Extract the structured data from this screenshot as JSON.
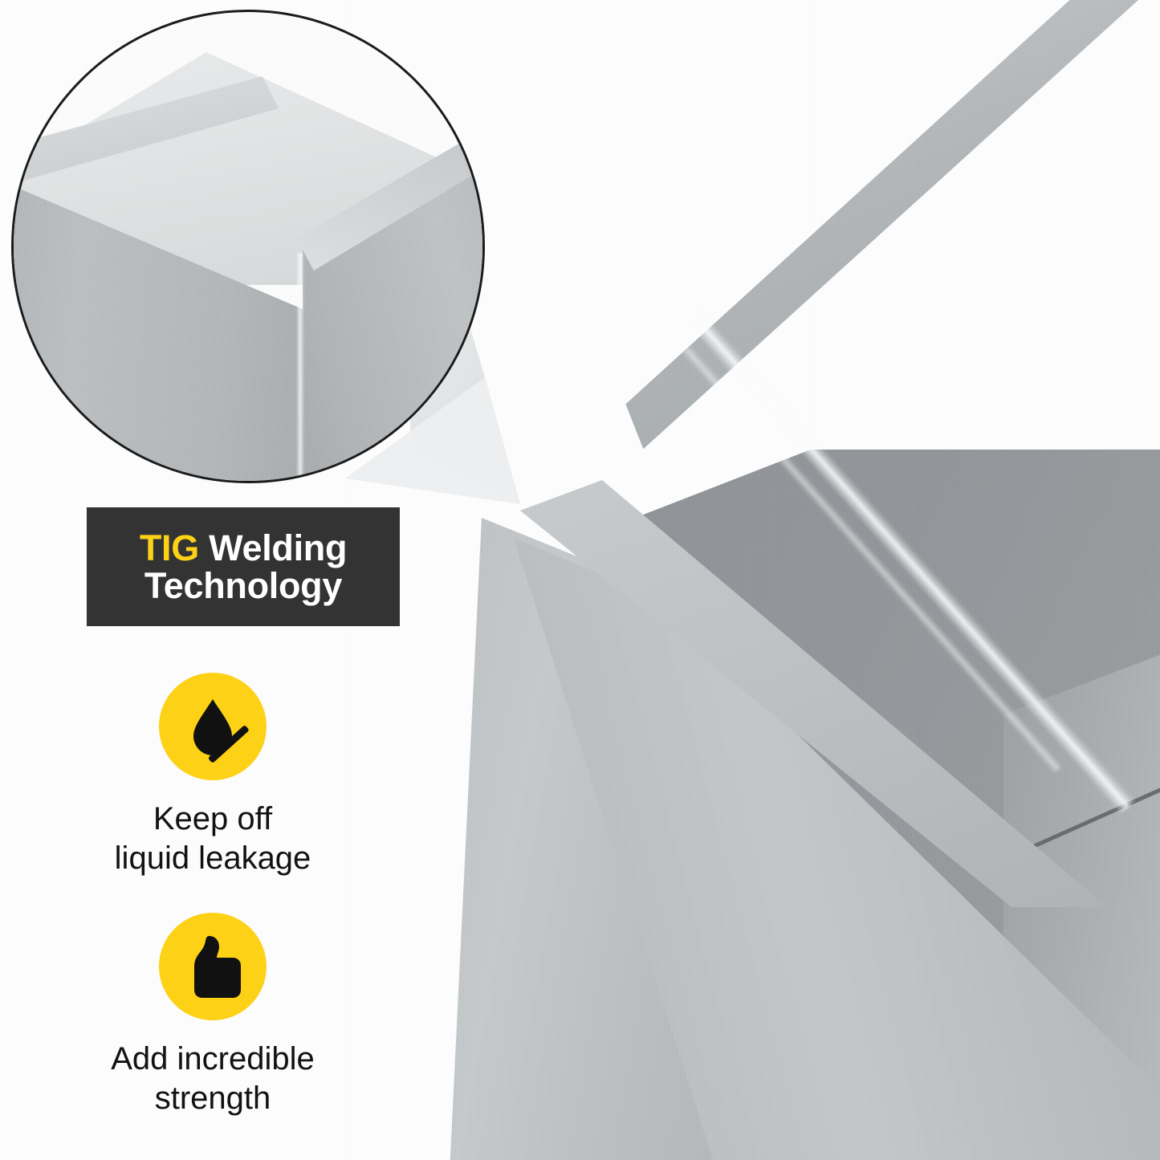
{
  "image": {
    "kind": "product-marketing-infographic",
    "background_color": "#ffffff",
    "subject": "stainless steel sink corner"
  },
  "magnifier": {
    "name": "magnified-corner-detail",
    "shape": "circle",
    "border_color": "#1b1b1b",
    "shows": "close-up of seamless TIG-welded stainless steel corner"
  },
  "connector": {
    "name": "magnifier-connector-cone",
    "color": "#e9ebec"
  },
  "banner": {
    "highlight_text": "TIG",
    "rest_line1": " Welding",
    "line2": "Technology",
    "background_color": "#333333",
    "text_color": "#ffffff",
    "highlight_color": "#fcd116"
  },
  "features": [
    {
      "icon": "water-drop-no-leak-icon",
      "icon_color": "#111111",
      "circle_color": "#fcd116",
      "caption": "Keep off\nliquid leakage"
    },
    {
      "icon": "thumbs-up-icon",
      "icon_color": "#111111",
      "circle_color": "#fcd116",
      "caption": "Add incredible\nstrength"
    }
  ],
  "product": {
    "name": "stainless-steel-sink-corner",
    "material": "brushed stainless steel",
    "rim_color": "#bfc3c6",
    "interior_color": "#92969a",
    "apron_color": "#c0c4c6"
  }
}
